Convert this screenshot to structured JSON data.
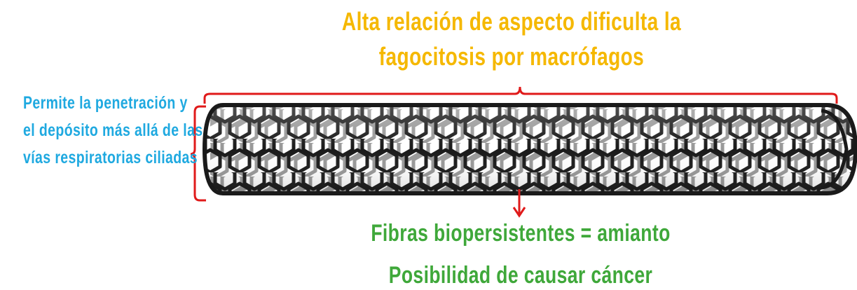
{
  "colors": {
    "title": "#f5b800",
    "side": "#1fa9e0",
    "bottom": "#3fa83a",
    "bracket": "#e01a1a",
    "tube": "#1a1a1a"
  },
  "title": {
    "line1": "Alta relación de aspecto dificulta la",
    "line2": "fagocitosis por macrófagos"
  },
  "side_label": {
    "line1": "Permite la penetración y",
    "line2": "el depósito más allá de las",
    "line3": "vías respiratorias ciliadas"
  },
  "bottom": {
    "line1": "Fibras biopersistentes = amianto",
    "line2": "Posibilidad de causar cáncer"
  },
  "icons": {
    "tube": "carbon-nanotube-icon",
    "top_bracket": "horizontal-brace-icon",
    "left_bracket": "vertical-brace-icon",
    "arrow": "arrow-down-icon"
  }
}
